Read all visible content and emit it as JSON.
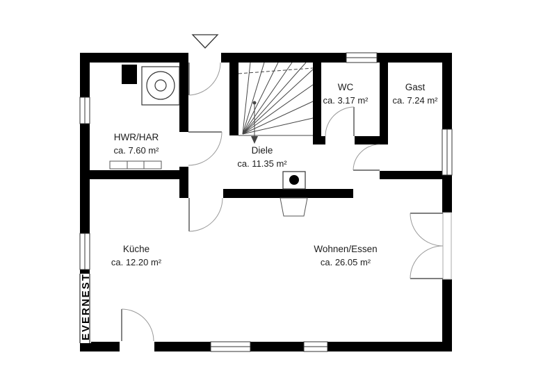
{
  "brand": {
    "logo_text": "EVERNEST"
  },
  "rooms": [
    {
      "name": "HWR/HAR",
      "area": "ca. 7.60 m²"
    },
    {
      "name": "Diele",
      "area": "ca. 11.35 m²"
    },
    {
      "name": "WC",
      "area": "ca. 3.17 m²"
    },
    {
      "name": "Gast",
      "area": "ca. 7.24 m²"
    },
    {
      "name": "Küche",
      "area": "ca. 12.20 m²"
    },
    {
      "name": "Wohnen/Essen",
      "area": "ca. 26.05 m²"
    }
  ],
  "colors": {
    "wall": "#000000",
    "background": "#ffffff",
    "thin_line": "#333333",
    "door_arc": "#999999"
  }
}
